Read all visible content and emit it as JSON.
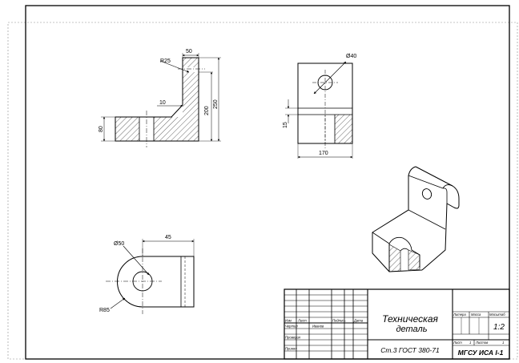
{
  "drawing": {
    "front_view": {
      "dims": {
        "r25": "R25",
        "d50": "50",
        "d10": "10",
        "d200": "200",
        "d250": "250",
        "d80": "80"
      }
    },
    "side_view": {
      "dims": {
        "dia40": "Ø40",
        "d15": "15",
        "d170": "170"
      }
    },
    "top_view": {
      "dims": {
        "dia50": "Ø50",
        "d45": "45",
        "r85": "R85"
      }
    }
  },
  "title_block": {
    "title_line1": "Техническая",
    "title_line2": "деталь",
    "material": "Ст.3 ГОСТ 380-71",
    "organization": "МГСУ ИСА I-1",
    "scale": "1:2",
    "headers": {
      "litera": "Литера",
      "massa": "Масса",
      "masshtab": "Масштаб",
      "list": "Лист",
      "list_num": "1",
      "listov": "Листов",
      "listov_num": "1"
    },
    "rows": {
      "izm": "Изм",
      "list": "Лист",
      "podpis": "Подпись",
      "data": "Дата",
      "chertil": "Чертил",
      "chertil_name": "Иванов",
      "proveril": "Проверил",
      "prinyal": "Принял"
    }
  },
  "colors": {
    "line": "#000000",
    "frame_dash": "#8a8a8a",
    "background": "#ffffff"
  }
}
